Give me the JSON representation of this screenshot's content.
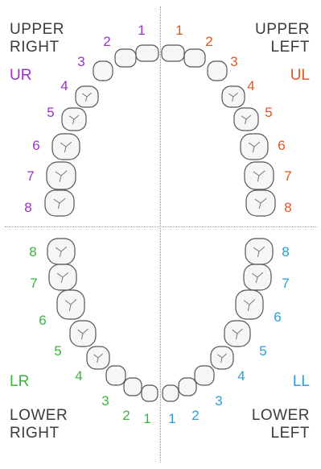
{
  "quadrants": {
    "ur": {
      "title_line1": "UPPER",
      "title_line2": "RIGHT",
      "abbr": "UR",
      "color": "#9b30c8",
      "numbers": [
        "1",
        "2",
        "3",
        "4",
        "5",
        "6",
        "7",
        "8"
      ]
    },
    "ul": {
      "title_line1": "UPPER",
      "title_line2": "LEFT",
      "abbr": "UL",
      "color": "#e0561e",
      "numbers": [
        "1",
        "2",
        "3",
        "4",
        "5",
        "6",
        "7",
        "8"
      ]
    },
    "lr": {
      "title_line1": "LOWER",
      "title_line2": "RIGHT",
      "abbr": "LR",
      "color": "#3cb43c",
      "numbers": [
        "1",
        "2",
        "3",
        "4",
        "5",
        "6",
        "7",
        "8"
      ]
    },
    "ll": {
      "title_line1": "LOWER",
      "title_line2": "LEFT",
      "abbr": "LL",
      "color": "#2a9ed6",
      "numbers": [
        "1",
        "2",
        "3",
        "4",
        "5",
        "6",
        "7",
        "8"
      ]
    }
  },
  "colors": {
    "title": "#3b3b3b",
    "divider": "#9a9a9a",
    "tooth_fill": "#f6f6f6",
    "tooth_outline": "#555555"
  }
}
